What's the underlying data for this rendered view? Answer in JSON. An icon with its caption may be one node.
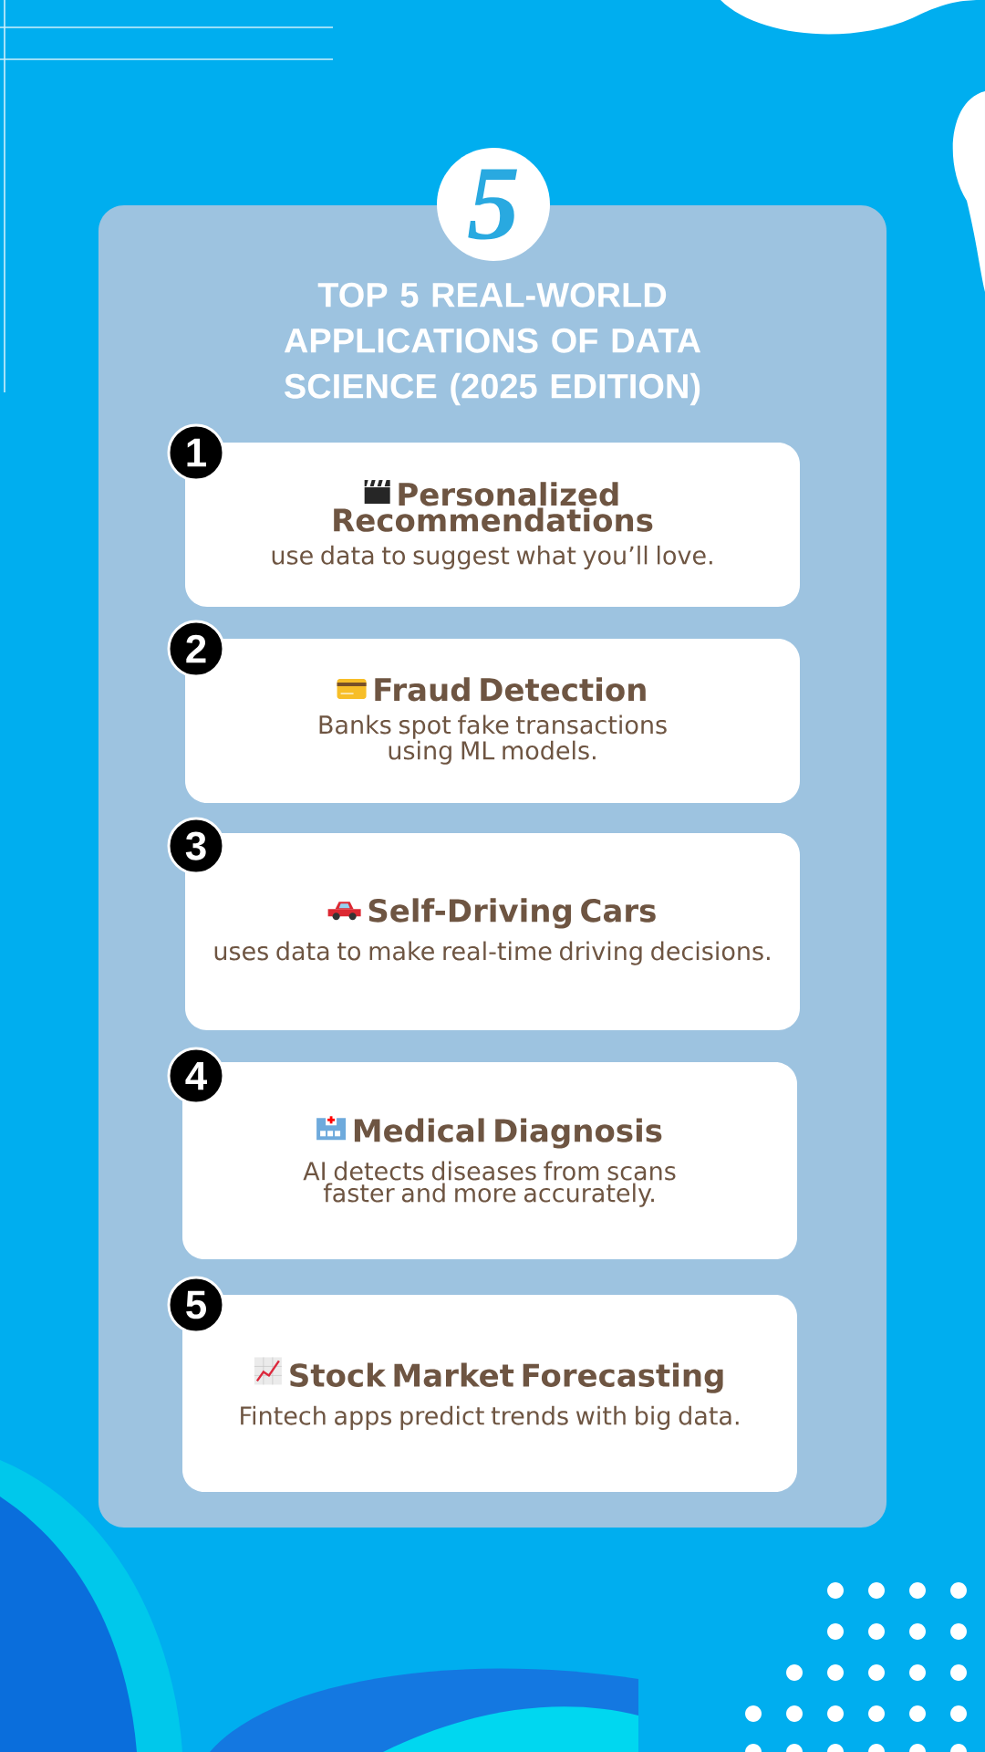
{
  "diagram": {
    "title": "TOP 5 REAL-WORLD APPLICATIONS OF DATA SCIENCE (2025 EDITION)",
    "nodes": [
      {
        "text": [
          "5"
        ]
      },
      {
        "text": [
          "1"
        ]
      },
      {
        "text": [
          "Personalized Recommendations",
          "use data to suggest what you’ll love."
        ]
      },
      {
        "text": [
          "2"
        ]
      },
      {
        "text": [
          "Fraud Detection",
          "Banks spot fake transactions using ML models."
        ]
      },
      {
        "text": [
          "3"
        ]
      },
      {
        "text": [
          "Self-Driving Cars",
          "uses data to make real-time driving decisions."
        ]
      },
      {
        "text": [
          "4"
        ]
      },
      {
        "text": [
          "Medical Diagnosis",
          "AI detects diseases from scans faster and more accurately."
        ]
      },
      {
        "text": [
          "5"
        ]
      },
      {
        "text": [
          "Stock Market Forecasting",
          "Fintech apps predict trends with big data."
        ]
      }
    ]
  }
}
